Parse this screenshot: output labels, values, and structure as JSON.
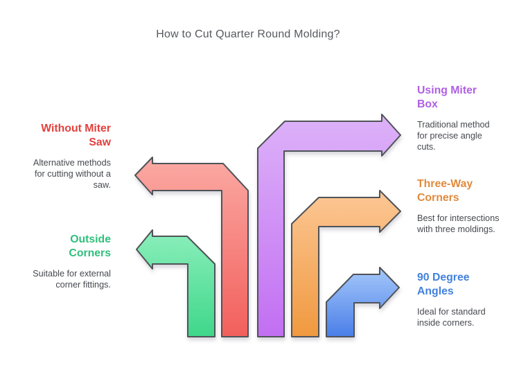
{
  "title": "How to Cut Quarter Round Molding?",
  "title_color": "#56595e",
  "description_color": "#46494f",
  "stroke_color": "#4f5358",
  "items": [
    {
      "key": "using-miter-box",
      "heading": "Using Miter Box",
      "description": "Traditional method for precise angle cuts.",
      "heading_color": "#af5fe3",
      "arrow_top": "#ddb2f9",
      "arrow_bottom": "#c26ff2",
      "side": "right"
    },
    {
      "key": "without-miter-saw",
      "heading": "Without Miter Saw",
      "description": "Alternative methods for cutting without a saw.",
      "heading_color": "#e2413d",
      "arrow_top": "#fba9a3",
      "arrow_bottom": "#f25f5c",
      "side": "left"
    },
    {
      "key": "three-way-corners",
      "heading": "Three-Way Corners",
      "description": "Best for intersections with three moldings.",
      "heading_color": "#e18a3c",
      "arrow_top": "#fcc795",
      "arrow_bottom": "#f0993f",
      "side": "right"
    },
    {
      "key": "outside-corners",
      "heading": "Outside Corners",
      "description": "Suitable for external corner fittings.",
      "heading_color": "#2ebf7c",
      "arrow_top": "#8befbb",
      "arrow_bottom": "#3fd78a",
      "side": "left"
    },
    {
      "key": "90-degree-angles",
      "heading": "90 Degree Angles",
      "description": "Ideal for standard inside corners.",
      "heading_color": "#4181dd",
      "arrow_top": "#a5c8fa",
      "arrow_bottom": "#4a7ee8",
      "side": "right"
    }
  ]
}
